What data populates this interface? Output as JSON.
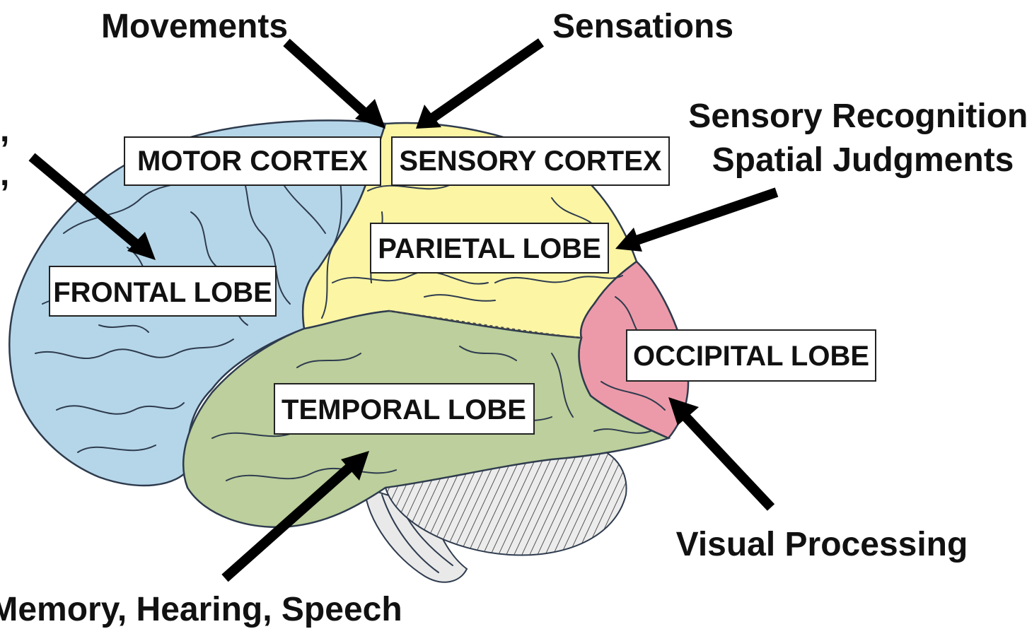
{
  "colors": {
    "frontal": "#b5d6e8",
    "parietal": "#fbf5a4",
    "temporal": "#bccf9c",
    "occipital": "#ec9aa9",
    "cerebellum": "#e6e6e6",
    "brainstem": "#e9e9e9",
    "outline": "#2e3b4e",
    "arrow": "#000000"
  },
  "labels": {
    "motor_cortex": "MOTOR CORTEX",
    "sensory_cortex": "SENSORY CORTEX",
    "parietal_lobe": "PARIETAL LOBE",
    "frontal_lobe": "FRONTAL LOBE",
    "occipital_lobe": "OCCIPITAL LOBE",
    "temporal_lobe": "TEMPORAL LOBE"
  },
  "annotations": {
    "movements": "Movements",
    "sensations": "Sensations",
    "sensory_recognition_line1": "Sensory Recognition,",
    "sensory_recognition_line2": "Spatial Judgments",
    "visual_processing": "Visual Processing",
    "memory_hearing_speech": "Memory, Hearing, Speech",
    "frontal_clipped_line1": ",",
    "frontal_clipped_line2": ","
  }
}
